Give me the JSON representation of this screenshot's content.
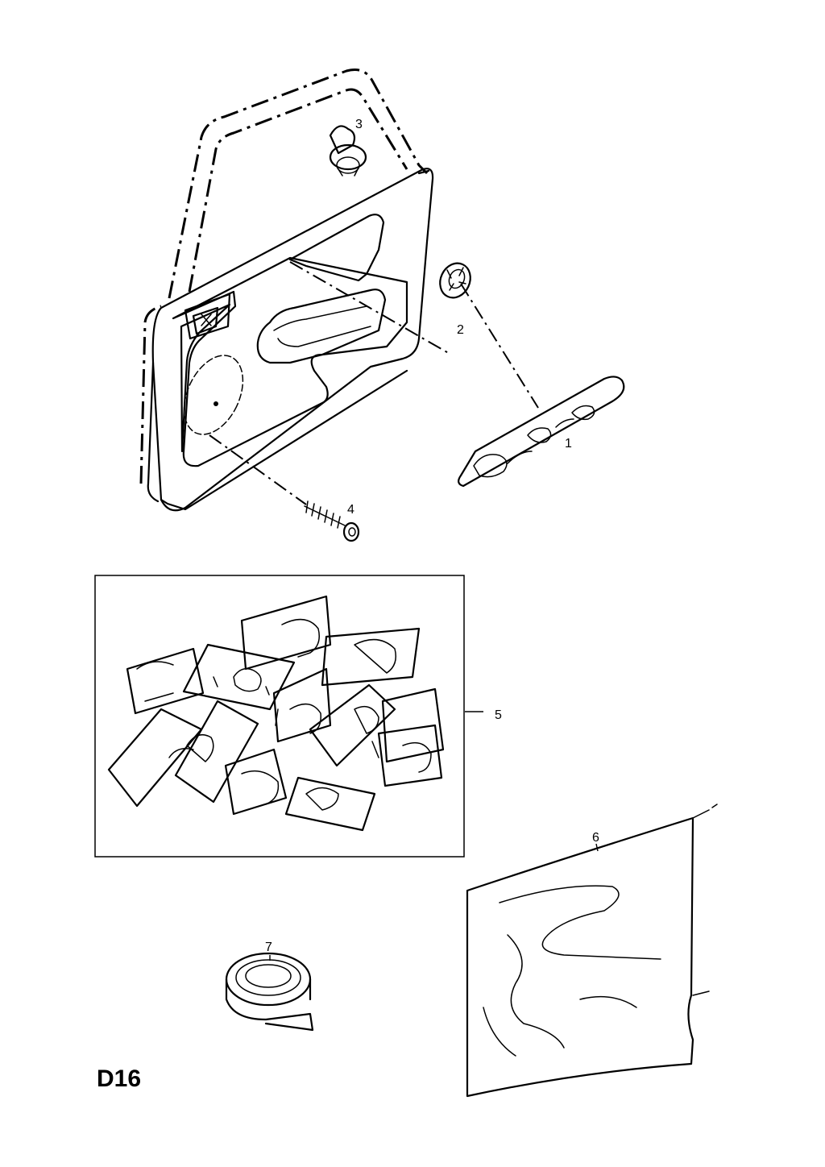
{
  "page_code": "D16",
  "callouts": {
    "c1": "1",
    "c2": "2",
    "c3": "3",
    "c4": "4",
    "c5": "5",
    "c6": "6",
    "c7": "7"
  }
}
